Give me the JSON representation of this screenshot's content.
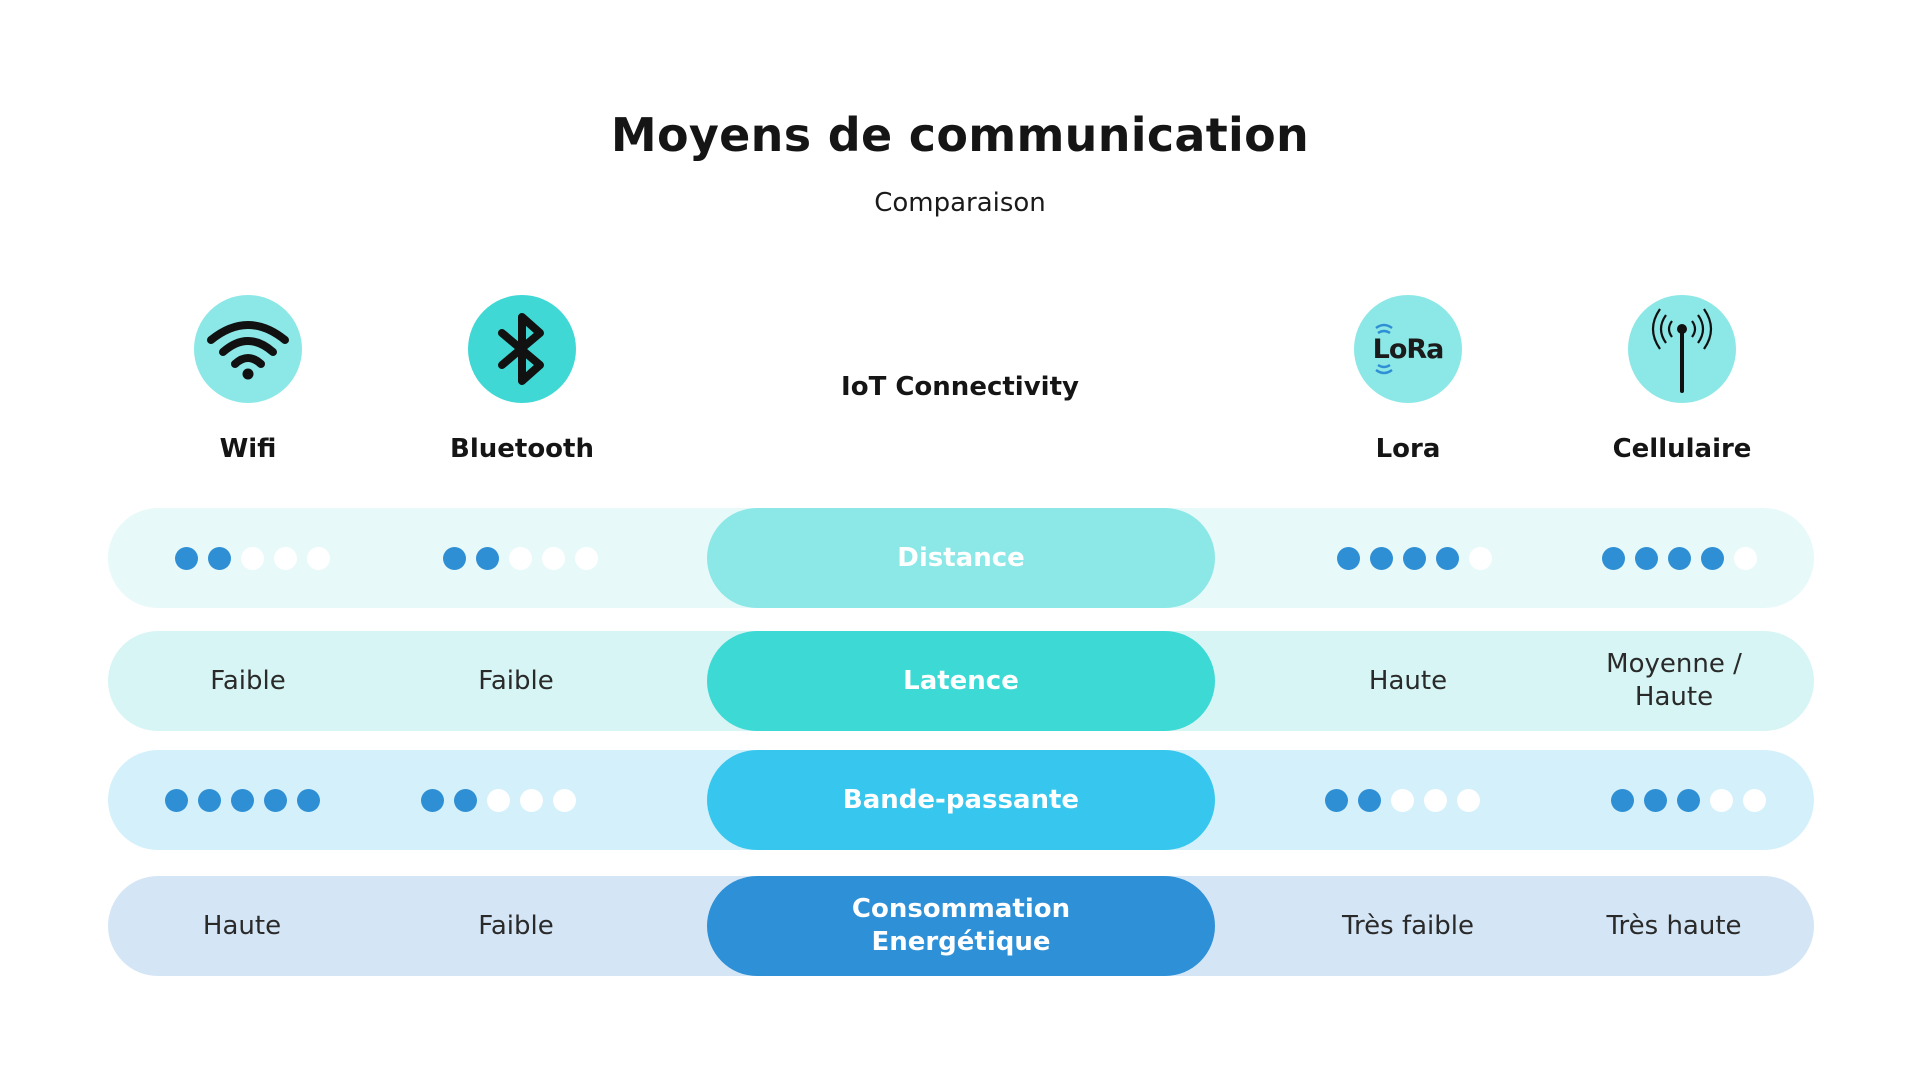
{
  "title": "Moyens de communication",
  "subtitle": "Comparaison",
  "center_label": "IoT Connectivity",
  "technologies": [
    {
      "name": "Wifi",
      "icon": "wifi-icon"
    },
    {
      "name": "Bluetooth",
      "icon": "bluetooth-icon"
    },
    {
      "name": "Lora",
      "icon": "lora-icon",
      "logo_text": "LoRa"
    },
    {
      "name": "Cellulaire",
      "icon": "cell-tower-icon"
    }
  ],
  "criteria": [
    {
      "label": "Distance",
      "kind": "rating",
      "values": [
        2,
        2,
        4,
        4
      ],
      "max": 5
    },
    {
      "label": "Latence",
      "kind": "text",
      "values": [
        "Faible",
        "Faible",
        "Haute",
        "Moyenne / Haute"
      ]
    },
    {
      "label": "Bande-passante",
      "kind": "rating",
      "values": [
        5,
        2,
        2,
        3
      ],
      "max": 5
    },
    {
      "label": "Consommation Energétique",
      "kind": "text",
      "values": [
        "Haute",
        "Faible",
        "Très faible",
        "Très haute"
      ]
    }
  ],
  "colors": {
    "dot_on": "#2f8fd4",
    "dot_off": "#ffffff",
    "icon_wifi_bg": "#8ce8e6",
    "icon_bluetooth_bg": "#40d8d4",
    "icon_lora_bg": "#8ce8e6",
    "icon_cell_bg": "#8ce8e6",
    "row_backgrounds": [
      "#e8f9f9",
      "#d6f5f4",
      "#d4f1fb",
      "#d4e6f5"
    ],
    "pill_backgrounds": [
      "#8ce8e6",
      "#3dd9d5",
      "#37c7ee",
      "#2e90d6"
    ]
  }
}
